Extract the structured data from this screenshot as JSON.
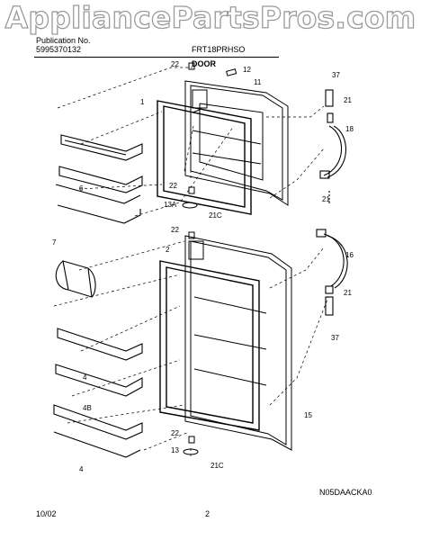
{
  "watermark": "AppliancePartsPros.com",
  "header": {
    "publication_label": "Publication No.",
    "publication_number": "5995370132",
    "model": "FRT18PRHSO",
    "section_title": "DOOR"
  },
  "diagram": {
    "code": "N05DAACKA0",
    "labels": [
      {
        "id": "22",
        "text": "22"
      },
      {
        "id": "12",
        "text": "12"
      },
      {
        "id": "11",
        "text": "11"
      },
      {
        "id": "37",
        "text": "37"
      },
      {
        "id": "21",
        "text": "21"
      },
      {
        "id": "18",
        "text": "18"
      },
      {
        "id": "1",
        "text": "1"
      },
      {
        "id": "6",
        "text": "6"
      },
      {
        "id": "13A",
        "text": "13A"
      },
      {
        "id": "21C",
        "text": "21C"
      },
      {
        "id": "2",
        "text": "2"
      },
      {
        "id": "7",
        "text": "7"
      },
      {
        "id": "16",
        "text": "16"
      },
      {
        "id": "4",
        "text": "4"
      },
      {
        "id": "4B",
        "text": "4B"
      },
      {
        "id": "15",
        "text": "15"
      },
      {
        "id": "13",
        "text": "13"
      }
    ]
  },
  "footer": {
    "date": "10/02",
    "page": "2"
  }
}
